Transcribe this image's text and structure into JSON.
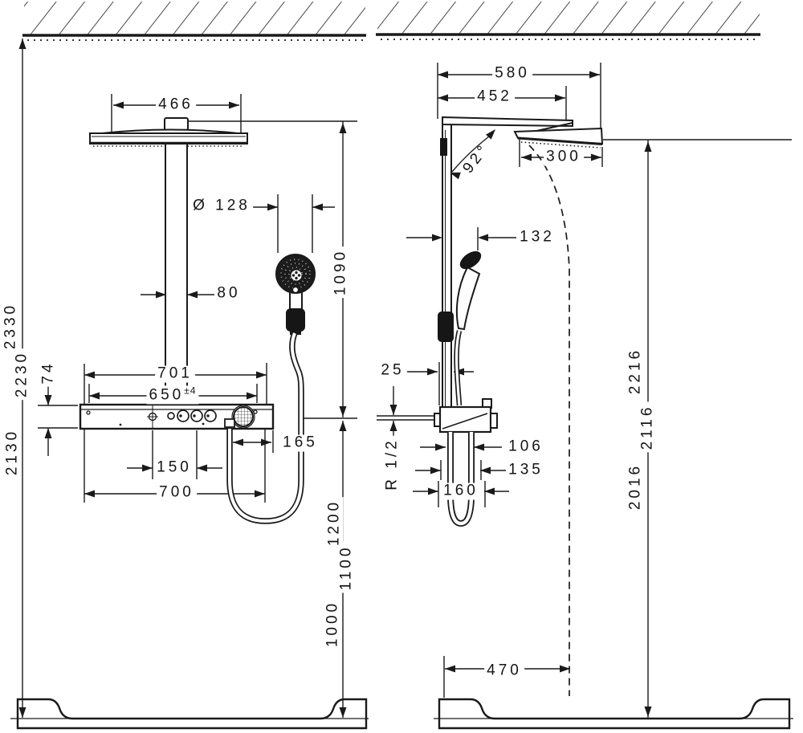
{
  "front_view": {
    "head_width": "466",
    "hand_shower_diameter": "Ø 128",
    "pipe_width": "80",
    "head_to_valve_height": "1090",
    "bar_width_top": "701",
    "fastening_distance": "650",
    "fastening_tolerance": "±4",
    "bar_height": "74",
    "hose_to_edge": "165",
    "control_spacing": "150",
    "bar_width_bottom": "700",
    "ceiling_height_options": [
      "2330",
      "2230",
      "2130"
    ],
    "valve_height_options": [
      "1200",
      "1100",
      "1000"
    ]
  },
  "side_view": {
    "arm_projection_total": "580",
    "arm_projection": "452",
    "head_depth": "300",
    "arm_angle": "92°",
    "hand_shower_projection": "132",
    "bar_wall_offset": "25",
    "connection_thread": "R 1/2",
    "hose_clearance_small": "106",
    "hose_clearance_mid": "135",
    "hose_clearance_large": "160",
    "spray_projection": "470",
    "head_height_options": [
      "2216",
      "2116",
      "2016"
    ]
  }
}
